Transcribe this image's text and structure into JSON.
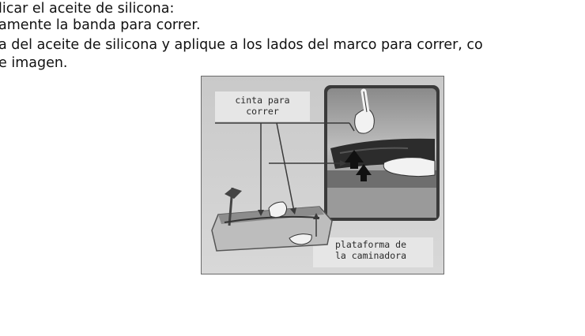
{
  "instructions": {
    "line1": "licar el aceite de silicona:",
    "line2": "amente la banda para correr.",
    "line3": "a del aceite de silicona y aplique a los lados del marco para correr, co",
    "line4": "e imagen."
  },
  "figure": {
    "label_belt_line1": "cinta para",
    "label_belt_line2": "correr",
    "label_platform_line1": "plataforma de",
    "label_platform_line2": "la caminadora"
  }
}
